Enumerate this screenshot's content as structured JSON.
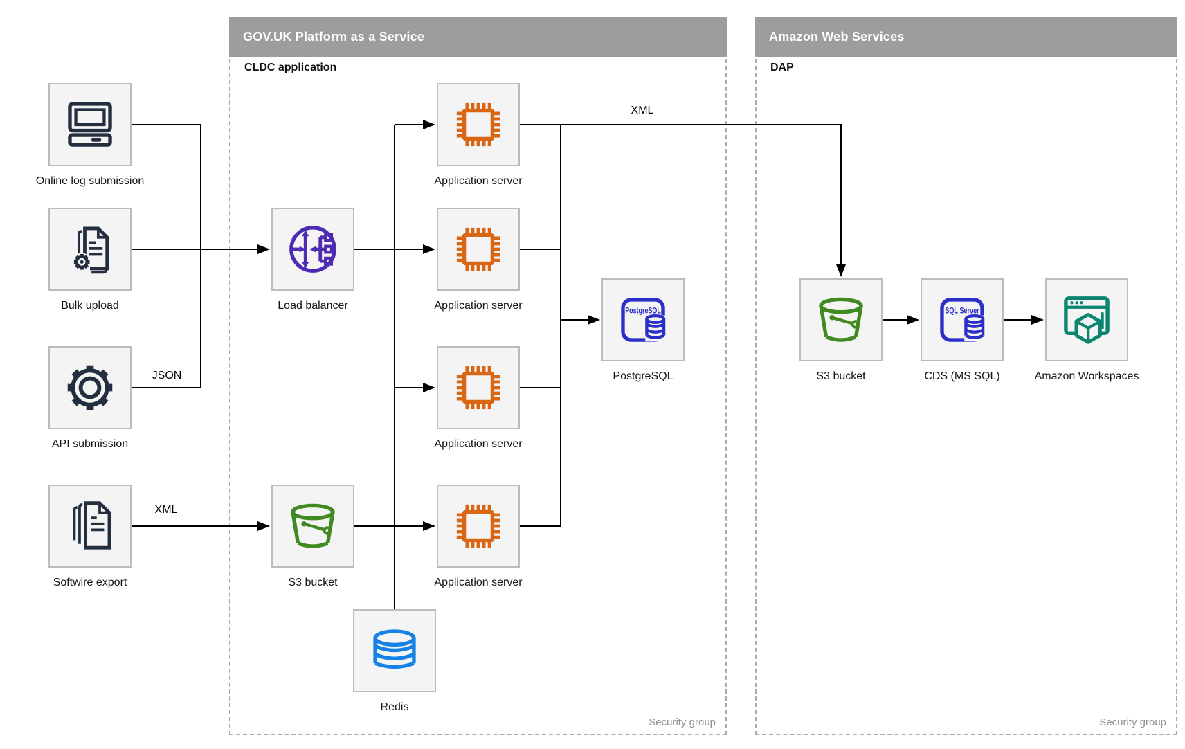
{
  "colors": {
    "navy": "#232f3e",
    "orange": "#d86613",
    "purple": "#4d2bb3",
    "green": "#418a21",
    "indigo": "#2c2fc7",
    "blue": "#1682e6",
    "teal": "#0b8570",
    "header-gray": "#9d9d9d",
    "box-bg": "#f4f4f4",
    "box-border": "#bcbcbc",
    "muted": "#8f8f8f",
    "line": "#000000"
  },
  "containers": {
    "paas": {
      "title": "GOV.UK Platform as a Service",
      "sublabel": "CLDC application",
      "footer": "Security group"
    },
    "aws": {
      "title": "Amazon Web Services",
      "sublabel": "DAP",
      "footer": "Security group"
    }
  },
  "nodes": {
    "online_log": {
      "label": "Online log submission"
    },
    "bulk_upload": {
      "label": "Bulk upload"
    },
    "api_submission": {
      "label": "API submission"
    },
    "softwire_export": {
      "label": "Softwire export"
    },
    "load_balancer": {
      "label": "Load balancer"
    },
    "app_server_1": {
      "label": "Application server"
    },
    "app_server_2": {
      "label": "Application server"
    },
    "app_server_3": {
      "label": "Application server"
    },
    "app_server_4": {
      "label": "Application server"
    },
    "postgresql": {
      "label": "PostgreSQL",
      "icon_text": "PostgreSQL"
    },
    "s3_mid": {
      "label": "S3 bucket"
    },
    "redis": {
      "label": "Redis"
    },
    "s3_aws": {
      "label": "S3 bucket"
    },
    "cds": {
      "label": "CDS (MS SQL)",
      "icon_text": "SQL Server"
    },
    "workspaces": {
      "label": "Amazon Workspaces"
    }
  },
  "edge_labels": {
    "json": "JSON",
    "xml_softwire": "XML",
    "xml_aws": "XML"
  }
}
